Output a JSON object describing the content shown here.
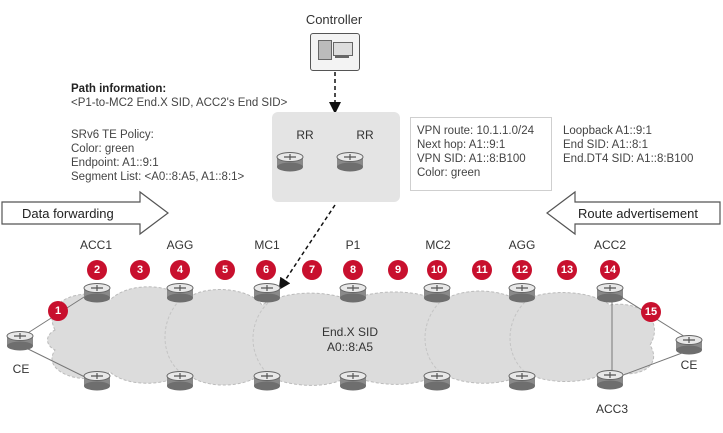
{
  "controller": {
    "label": "Controller"
  },
  "path_info": {
    "title": "Path information:",
    "detail": "<P1-to-MC2 End.X SID, ACC2's End SID>"
  },
  "policy": {
    "lines": [
      "SRv6 TE Policy:",
      "Color: green",
      "Endpoint: A1::9:1",
      "Segment List: <A0::8:A5, A1::8:1>"
    ]
  },
  "rr": {
    "labels": [
      "RR",
      "RR"
    ]
  },
  "vpn": {
    "lines": [
      "VPN route: 10.1.1.0/24",
      "Next hop: A1::9:1",
      "VPN SID: A1::8:B100",
      "Color: green"
    ]
  },
  "loopback": {
    "lines": [
      "Loopback A1::9:1",
      "End SID: A1::8:1",
      "End.DT4 SID: A1::8:B100"
    ]
  },
  "arrows": {
    "data_forwarding": "Data forwarding",
    "route_advertisement": "Route advertisement"
  },
  "nodes": {
    "ce_left": "CE",
    "acc1": "ACC1",
    "agg_left": "AGG",
    "mc1": "MC1",
    "p1": "P1",
    "mc2": "MC2",
    "agg_right": "AGG",
    "acc2": "ACC2",
    "acc3": "ACC3",
    "ce_right": "CE"
  },
  "cloud_label": {
    "line1": "End.X SID",
    "line2": "A0::8:A5"
  },
  "steps": [
    "1",
    "2",
    "3",
    "4",
    "5",
    "6",
    "7",
    "8",
    "9",
    "10",
    "11",
    "12",
    "13",
    "14",
    "15"
  ],
  "colors": {
    "step_badge": "#c8102e",
    "cloud": "#dcdcdc",
    "rr_panel": "#e4e4e4",
    "router_body": "#8a8a8a",
    "arrow_outline": "#555555"
  }
}
